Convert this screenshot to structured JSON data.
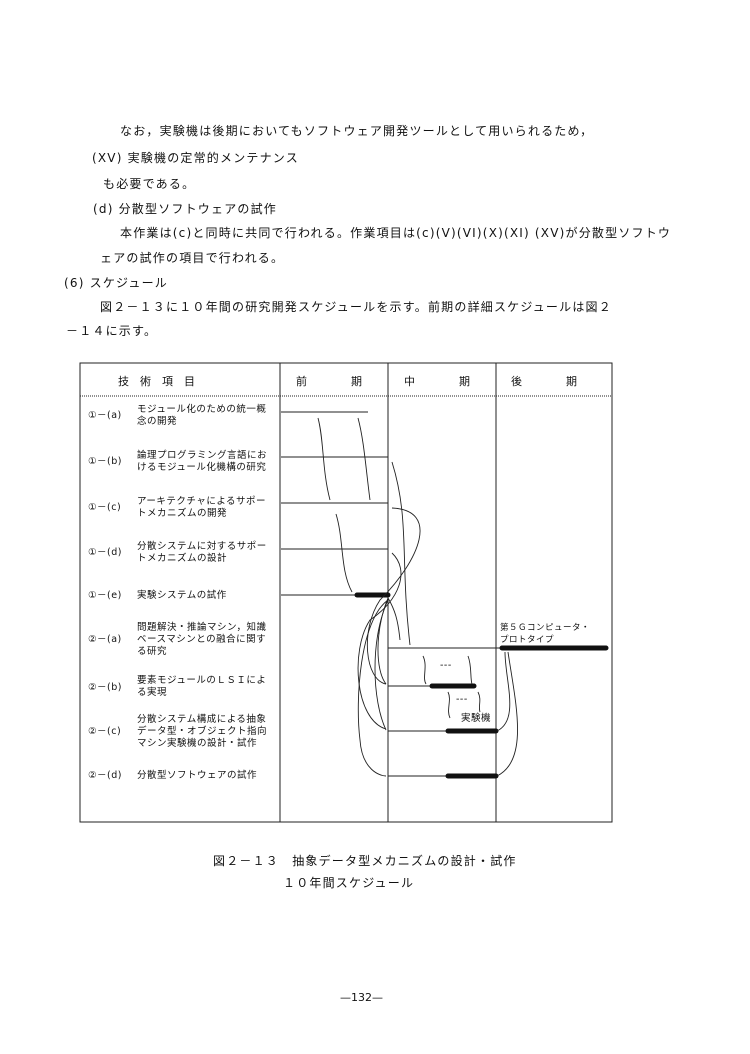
{
  "body": [
    "なお，実験機は後期においてもソフトウェア開発ツールとして用いられるため，",
    "(XV) 実験機の定常的メンテナンス",
    "も必要である。",
    "(d)  分散型ソフトウェアの試作",
    "本作業は(c)と同時に共同で行われる。作業項目は(c)(V)(VI)(X)(XI) (XV)が分散型ソフトウ",
    "ェアの試作の項目で行われる。",
    "(6)  スケジュール",
    "図２－１３に１０年間の研究開発スケジュールを示す。前期の詳細スケジュールは図２",
    "－１４に示す。"
  ],
  "table": {
    "headers": [
      "技　術　項　目",
      "前　　　　期",
      "中　　　　期",
      "後　　　　期"
    ],
    "rows": [
      {
        "id": "①－(a)",
        "text": "モジュール化のための統一概\n念の開発"
      },
      {
        "id": "①－(b)",
        "text": "論理プログラミング言語にお\nけるモジュール化機構の研究"
      },
      {
        "id": "①－(c)",
        "text": "アーキテクチャによるサポー\nトメカニズムの開発"
      },
      {
        "id": "①－(d)",
        "text": "分散システムに対するサポー\nトメカニズムの設計"
      },
      {
        "id": "①－(e)",
        "text": "実験システムの試作"
      },
      {
        "id": "②－(a)",
        "text": "問題解決・推論マシン，知識\nベースマシンとの融合に関す\nる研究"
      },
      {
        "id": "②－(b)",
        "text": "要素モジュールのＬＳＩによ\nる実現"
      },
      {
        "id": "②－(c)",
        "text": "分散システム構成による抽象\nデータ型・オブジェクト指向\nマシン実験機の設計・試作"
      },
      {
        "id": "②－(d)",
        "text": "分散型ソフトウェアの試作"
      }
    ],
    "annotations": {
      "prototype": "第５Ｇコンピュータ・\nプロトタイプ",
      "dots1": "---",
      "dots2": "---",
      "machine": "実験機"
    }
  },
  "caption": [
    "図２－１３　抽象データ型メカニズムの設計・試作",
    "１０年間スケジュール"
  ],
  "page_number": "—132—"
}
